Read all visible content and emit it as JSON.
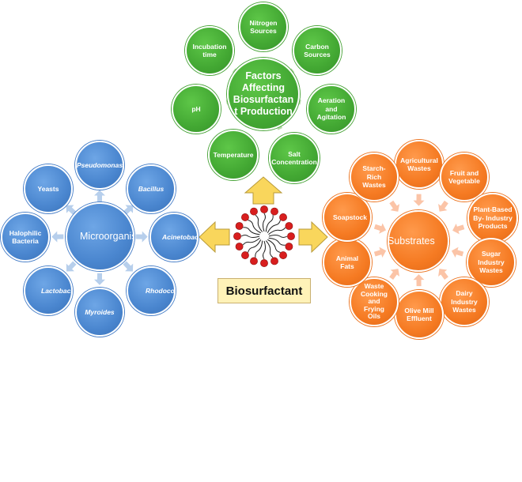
{
  "colors": {
    "green": "#43a833",
    "blue": "#4a86cf",
    "orange": "#f57a22",
    "label_fill": "#fff2b8",
    "big_arrow": "#f9d65c",
    "micelle_head": "#d81e1e",
    "micelle_tail": "#222222"
  },
  "factors": {
    "center": "Factors\nAffecting\nBiosurfactan\nt Production",
    "items": [
      "Nitrogen\nSources",
      "Carbon\nSources",
      "Aeration\nand\nAgitation",
      "Salt\nConcentration",
      "Temperature",
      "pH",
      "Incubation\ntime"
    ]
  },
  "microorganisms": {
    "center": "Microorganisms",
    "items": [
      "Pseudomonas",
      "Bacillus",
      "Acinetobacter",
      "Rhodococcus",
      "Myroides",
      "Lactobacillus",
      "Halophilic\nBacteria",
      "Yeasts"
    ]
  },
  "substrates": {
    "center": "Substrates",
    "items": [
      "Agricultural\nWastes",
      "Fruit and\nVegetable",
      "Plant-Based\nBy- Industry\nProducts",
      "Sugar\nIndustry\nWastes",
      "Dairy\nIndustry\nWastes",
      "Olive Mill\nEffluent",
      "Waste\nCooking\nand\nFrying\nOils",
      "Animal\nFats",
      "Soapstock",
      "Starch-\nRich\nWastes"
    ]
  },
  "center_label": "Biosurfactant"
}
